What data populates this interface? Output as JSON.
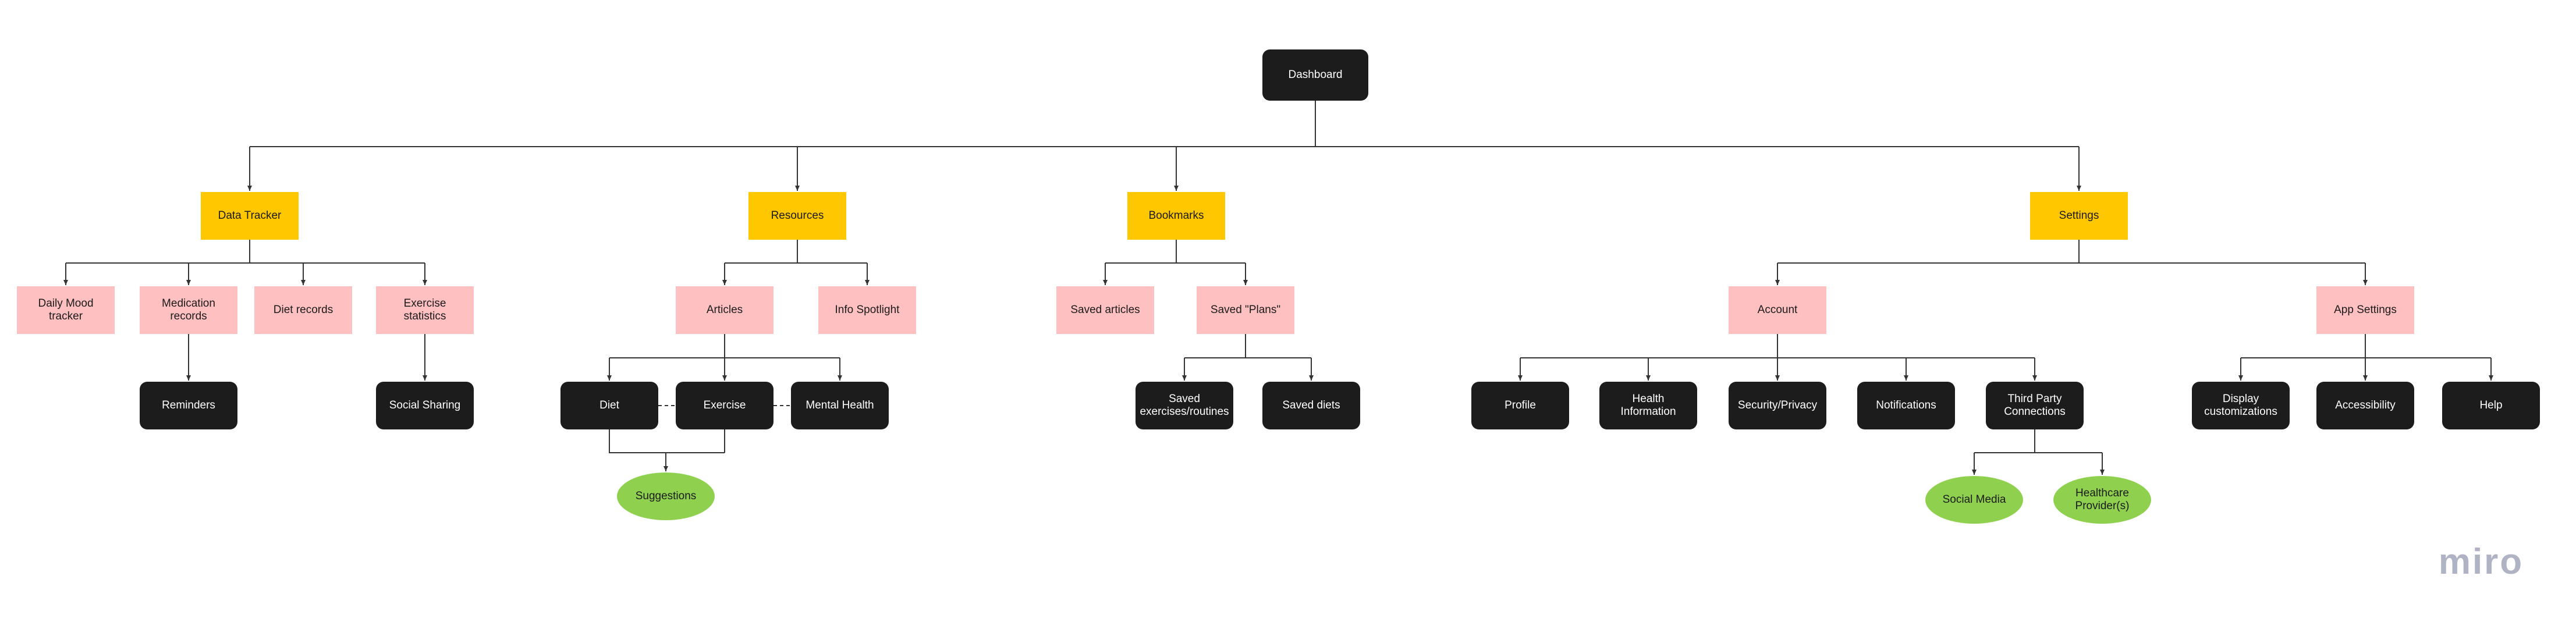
{
  "nodes": [
    {
      "id": "dashboard",
      "label": "Dashboard",
      "style": "dark"
    },
    {
      "id": "data_tracker",
      "label": "Data Tracker",
      "style": "yellow"
    },
    {
      "id": "resources",
      "label": "Resources",
      "style": "yellow"
    },
    {
      "id": "bookmarks",
      "label": "Bookmarks",
      "style": "yellow"
    },
    {
      "id": "settings",
      "label": "Settings",
      "style": "yellow"
    },
    {
      "id": "daily_mood",
      "label": "Daily Mood tracker",
      "style": "pink"
    },
    {
      "id": "medication",
      "label": "Medication records",
      "style": "pink"
    },
    {
      "id": "diet_records",
      "label": "Diet records",
      "style": "pink"
    },
    {
      "id": "exercise_stats",
      "label": "Exercise statistics",
      "style": "pink"
    },
    {
      "id": "reminders",
      "label": "Reminders",
      "style": "dark"
    },
    {
      "id": "social_sharing",
      "label": "Social Sharing",
      "style": "dark"
    },
    {
      "id": "articles",
      "label": "Articles",
      "style": "pink"
    },
    {
      "id": "info_spotlight",
      "label": "Info Spotlight",
      "style": "pink"
    },
    {
      "id": "diet",
      "label": "Diet",
      "style": "dark"
    },
    {
      "id": "exercise",
      "label": "Exercise",
      "style": "dark"
    },
    {
      "id": "mental_health",
      "label": "Mental Health",
      "style": "dark"
    },
    {
      "id": "suggestions",
      "label": "Suggestions",
      "style": "green"
    },
    {
      "id": "saved_articles",
      "label": "Saved articles",
      "style": "pink"
    },
    {
      "id": "saved_plans",
      "label": "Saved \"Plans\"",
      "style": "pink"
    },
    {
      "id": "saved_exercises",
      "label": "Saved exercises/routines",
      "style": "dark"
    },
    {
      "id": "saved_diets",
      "label": "Saved diets",
      "style": "dark"
    },
    {
      "id": "account",
      "label": "Account",
      "style": "pink"
    },
    {
      "id": "app_settings",
      "label": "App Settings",
      "style": "pink"
    },
    {
      "id": "profile",
      "label": "Profile",
      "style": "dark"
    },
    {
      "id": "health_info",
      "label": "Health Information",
      "style": "dark"
    },
    {
      "id": "security",
      "label": "Security/Privacy",
      "style": "dark"
    },
    {
      "id": "notifications",
      "label": "Notifications",
      "style": "dark"
    },
    {
      "id": "third_party",
      "label": "Third Party Connections",
      "style": "dark"
    },
    {
      "id": "social_media",
      "label": "Social Media",
      "style": "green"
    },
    {
      "id": "healthcare",
      "label": "Healthcare Provider(s)",
      "style": "green"
    },
    {
      "id": "display",
      "label": "Display customizations",
      "style": "dark"
    },
    {
      "id": "accessibility",
      "label": "Accessibility",
      "style": "dark"
    },
    {
      "id": "help",
      "label": "Help",
      "style": "dark"
    }
  ],
  "edges": [
    {
      "from": "dashboard",
      "to": "data_tracker"
    },
    {
      "from": "dashboard",
      "to": "resources"
    },
    {
      "from": "dashboard",
      "to": "bookmarks"
    },
    {
      "from": "dashboard",
      "to": "settings"
    },
    {
      "from": "data_tracker",
      "to": "daily_mood"
    },
    {
      "from": "data_tracker",
      "to": "medication"
    },
    {
      "from": "data_tracker",
      "to": "diet_records"
    },
    {
      "from": "data_tracker",
      "to": "exercise_stats"
    },
    {
      "from": "medication",
      "to": "reminders"
    },
    {
      "from": "exercise_stats",
      "to": "social_sharing"
    },
    {
      "from": "resources",
      "to": "articles"
    },
    {
      "from": "resources",
      "to": "info_spotlight"
    },
    {
      "from": "articles",
      "to": "diet"
    },
    {
      "from": "articles",
      "to": "exercise"
    },
    {
      "from": "articles",
      "to": "mental_health"
    },
    {
      "from": "diet",
      "to": "suggestions"
    },
    {
      "from": "exercise",
      "to": "suggestions"
    },
    {
      "from": "bookmarks",
      "to": "saved_articles"
    },
    {
      "from": "bookmarks",
      "to": "saved_plans"
    },
    {
      "from": "saved_plans",
      "to": "saved_exercises"
    },
    {
      "from": "saved_plans",
      "to": "saved_diets"
    },
    {
      "from": "settings",
      "to": "account"
    },
    {
      "from": "settings",
      "to": "app_settings"
    },
    {
      "from": "account",
      "to": "profile"
    },
    {
      "from": "account",
      "to": "health_info"
    },
    {
      "from": "account",
      "to": "security"
    },
    {
      "from": "account",
      "to": "notifications"
    },
    {
      "from": "account",
      "to": "third_party"
    },
    {
      "from": "third_party",
      "to": "social_media"
    },
    {
      "from": "third_party",
      "to": "healthcare"
    },
    {
      "from": "app_settings",
      "to": "display"
    },
    {
      "from": "app_settings",
      "to": "accessibility"
    },
    {
      "from": "app_settings",
      "to": "help"
    }
  ],
  "dashed_links": [
    {
      "from": "diet",
      "to": "exercise"
    },
    {
      "from": "exercise",
      "to": "mental_health"
    }
  ],
  "colors": {
    "yellow": "#ffc700",
    "pink": "#ffc0c2",
    "dark": "#1c1c1c",
    "green": "#8fd14f",
    "line": "#333333"
  },
  "brand": "miro"
}
